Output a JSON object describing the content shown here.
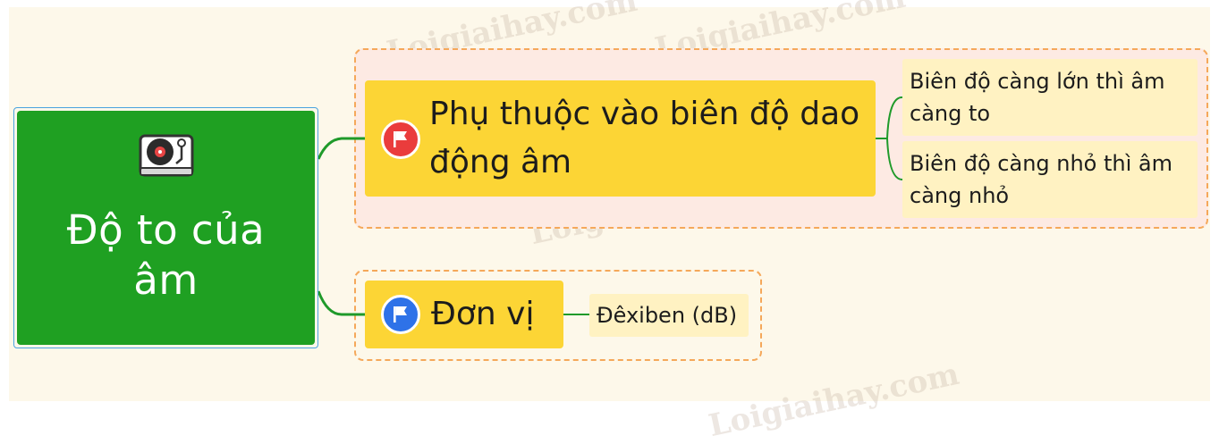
{
  "mindmap": {
    "root": {
      "title": "Độ to của âm",
      "icon": "turntable-icon"
    },
    "branches": [
      {
        "label": "Phụ thuộc vào biên độ dao động âm",
        "flag_color": "#ea3c3c",
        "flag_icon": "flag-icon",
        "children": [
          "Biên độ càng lớn thì âm càng to",
          "Biên độ càng nhỏ thì âm càng nhỏ"
        ]
      },
      {
        "label": "Đơn vị",
        "flag_color": "#2e72e8",
        "flag_icon": "flag-icon",
        "children": [
          "Đêxiben (dB)"
        ]
      }
    ]
  },
  "colors": {
    "root_fill": "#1fa022",
    "topic_fill": "#fcd535",
    "subtopic_fill": "#fff2c2",
    "frame_border": "#f5a85a",
    "connector": "#1f9a2a"
  },
  "watermark": "Loigiaihay.com"
}
